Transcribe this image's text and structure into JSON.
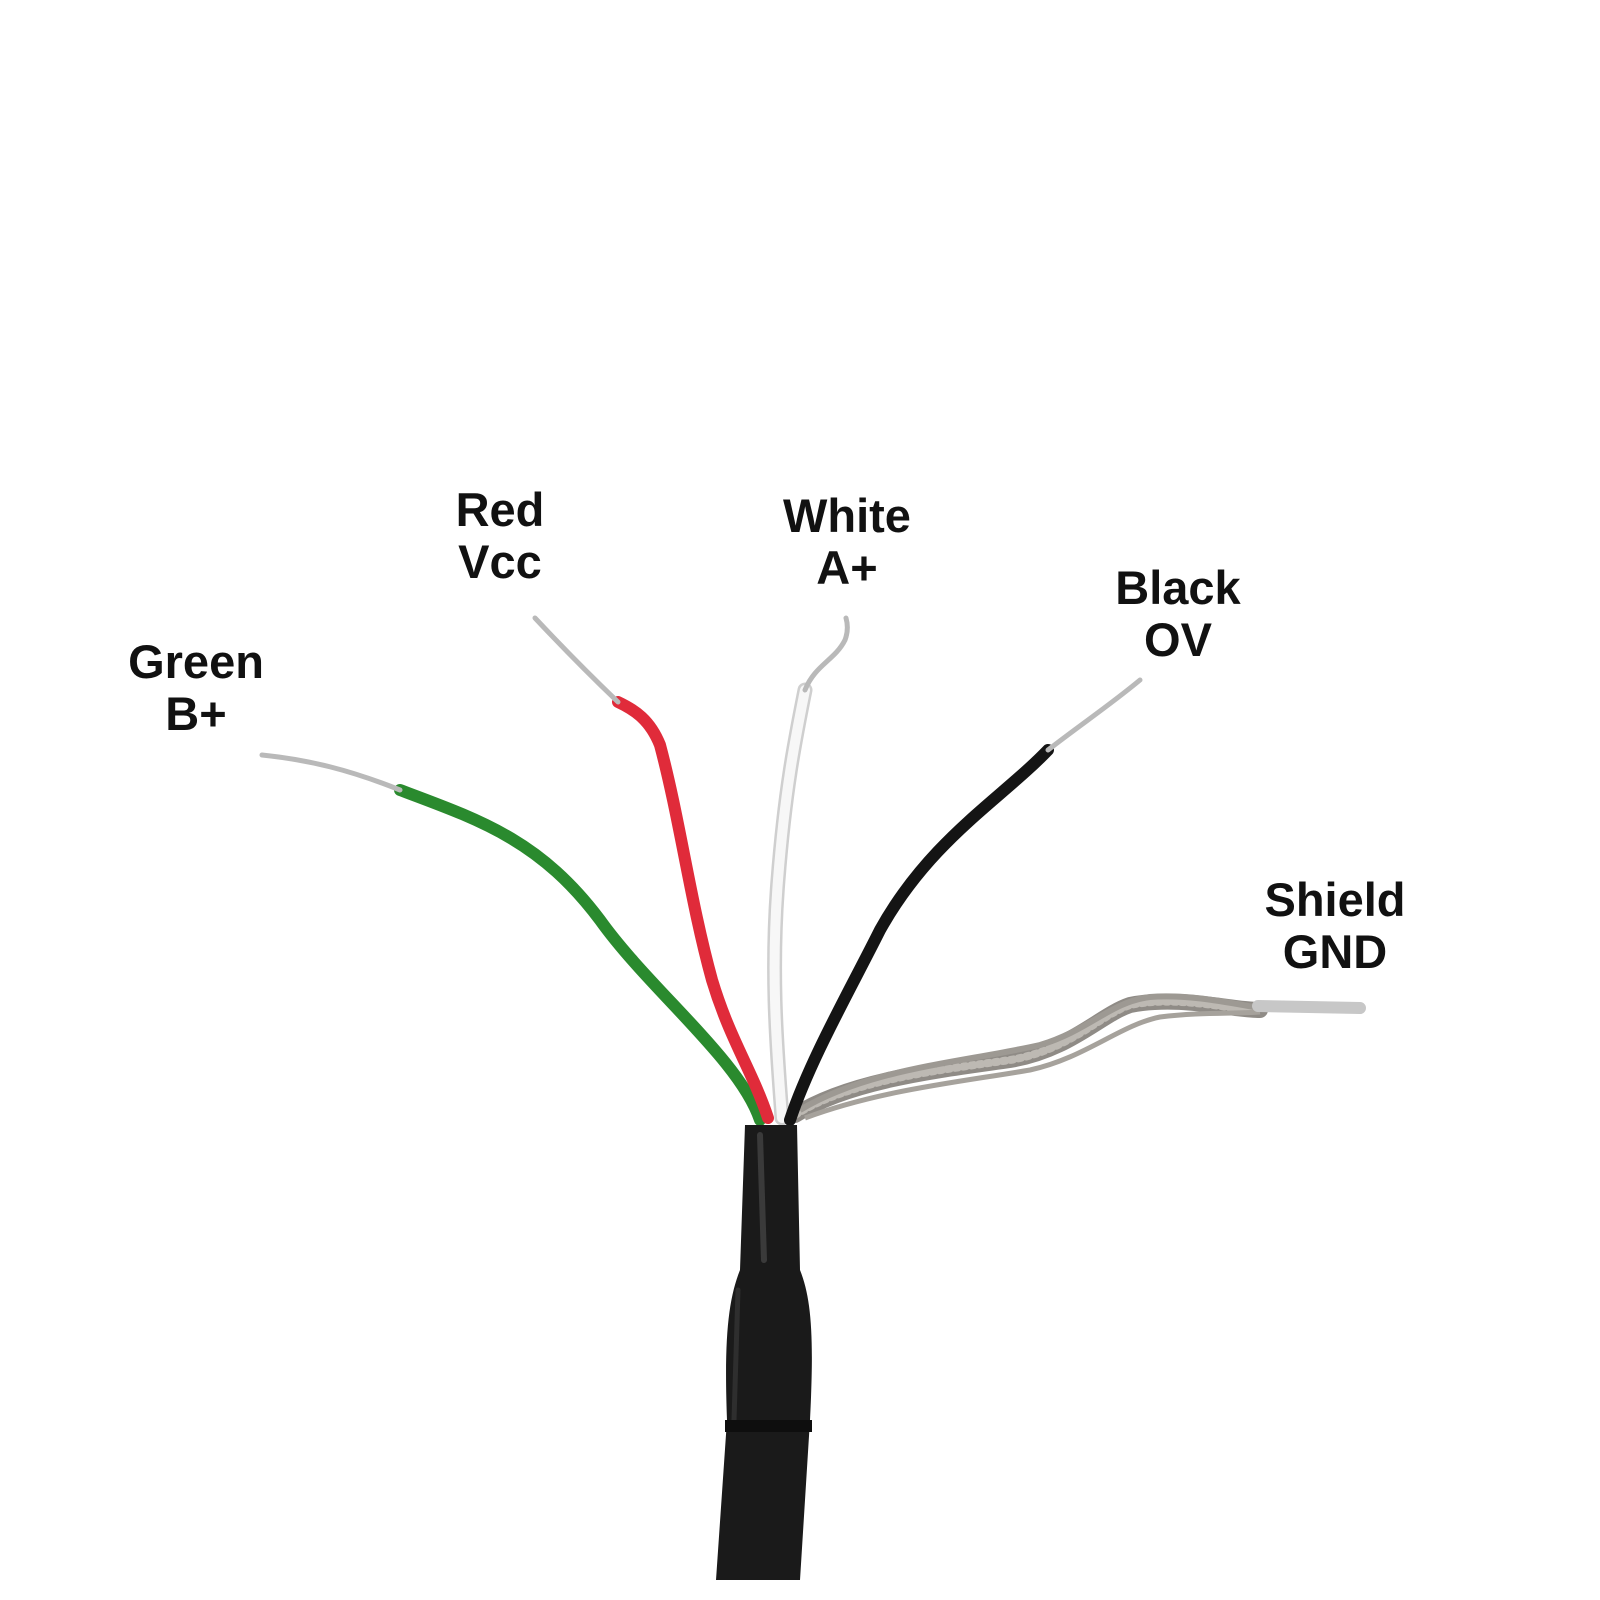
{
  "colors": {
    "background": "#ffffff",
    "text": "#111111",
    "jacket": "#1a1a1a",
    "green": "#2a8a2e",
    "red": "#e02b3a",
    "white": "#f4f4f4",
    "black": "#141414",
    "shield": "#a9a59f",
    "conductor": "#b9b9b9"
  },
  "wires": [
    {
      "id": "green",
      "color_name": "Green",
      "signal": "B+"
    },
    {
      "id": "red",
      "color_name": "Red",
      "signal": "Vcc"
    },
    {
      "id": "white",
      "color_name": "White",
      "signal": "A+"
    },
    {
      "id": "black",
      "color_name": "Black",
      "signal": "OV"
    },
    {
      "id": "shield",
      "color_name": "Shield",
      "signal": "GND"
    }
  ]
}
